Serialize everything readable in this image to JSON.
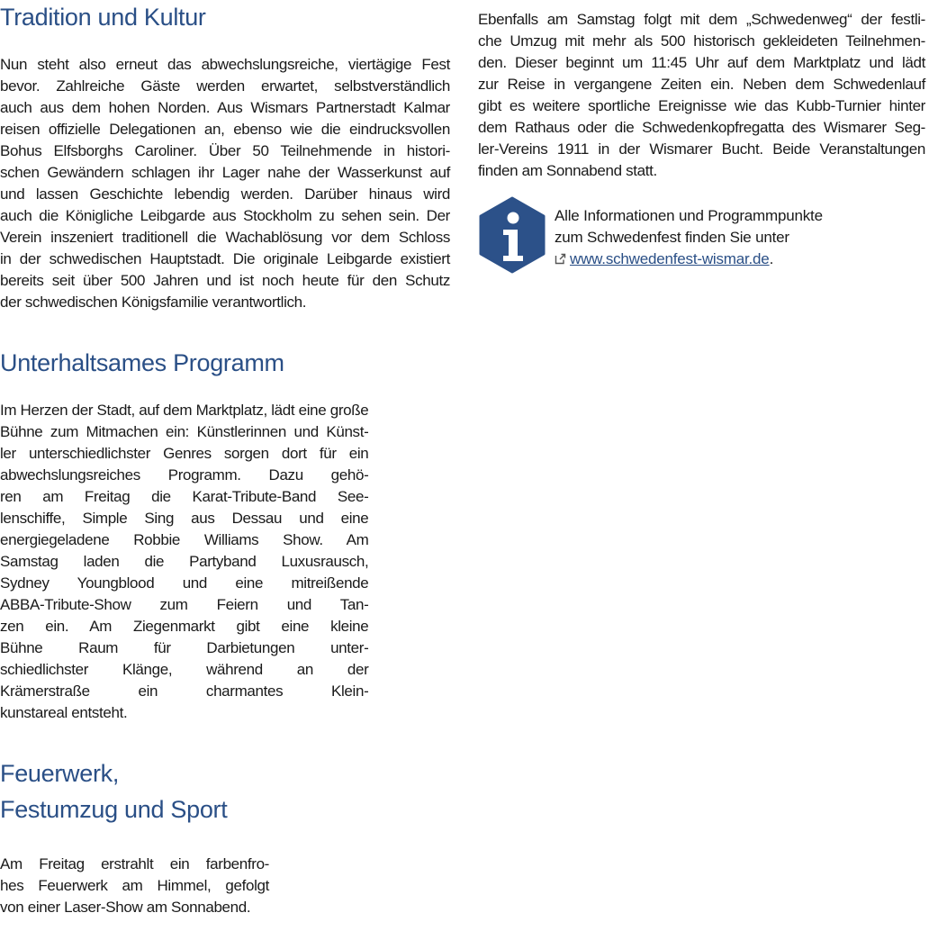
{
  "sections": {
    "tradition": {
      "title": "Tradition und Kultur",
      "lines": [
        "Nun steht also erneut das abwechslungsreiche, viertägige Fest",
        "bevor. Zahlreiche Gäste werden erwartet, selbstverständlich",
        "auch aus dem hohen Norden. Aus Wismars Partnerstadt Kalmar",
        "reisen offizielle Delegationen an, ebenso wie die eindrucksvollen",
        "Bohus Elfsborghs Caroliner. Über 50 Teilnehmende in histori-",
        "schen Gewändern schlagen ihr Lager nahe der Wasserkunst auf",
        "und lassen Geschichte lebendig werden. Darüber hinaus wird",
        "auch die Königliche Leibgarde aus Stockholm zu sehen sein. Der",
        "Verein inszeniert traditionell die Wachablösung vor dem Schloss",
        "in der schwedischen Hauptstadt. Die originale Leibgarde existiert",
        "bereits seit über 500 Jahren und ist noch heute für den Schutz",
        "der schwedischen Königsfamilie verantwortlich."
      ]
    },
    "programm": {
      "title": "Unterhaltsames Programm",
      "lines": [
        "Im Herzen der Stadt, auf dem Marktplatz, lädt eine große",
        "Bühne zum Mitmachen ein: Künstlerinnen und Künst-",
        "ler unterschiedlichster Genres sorgen dort für ein",
        "abwechslungsreiches Programm. Dazu gehö-",
        "ren am Freitag die Karat-Tribute-Band See-",
        "lenschiffe, Simple Sing aus Dessau und eine",
        "energiegeladene Robbie Williams Show. Am",
        "Samstag laden die Partyband Luxusrausch,",
        "Sydney Youngblood und eine mitreißende",
        "ABBA-Tribute-Show zum Feiern und Tan-",
        "zen ein. Am Ziegenmarkt gibt eine kleine",
        "Bühne Raum für Darbietungen unter-",
        "schiedlichster Klänge, während an der",
        "Krämerstraße ein charmantes Klein-",
        "kunstareal entsteht."
      ]
    },
    "feuerwerk": {
      "title_line1": "Feuerwerk,",
      "title_line2": "Festumzug und Sport",
      "lines": [
        "Am Freitag erstrahlt ein farbenfro-",
        "hes Feuerwerk am Himmel, gefolgt",
        "von einer Laser-Show am Sonnabend."
      ]
    },
    "schwedenweg": {
      "lines": [
        "Ebenfalls am Samstag folgt mit dem „Schwedenweg“ der festli-",
        "che Umzug mit mehr als 500 historisch gekleideten Teilnehmen-",
        "den. Dieser beginnt um 11:45 Uhr auf dem Marktplatz und lädt",
        "zur Reise in vergangene Zeiten ein. Neben dem Schwedenlauf",
        "gibt es weitere sportliche Ereignisse wie das Kubb-Turnier hinter",
        "dem Rathaus oder die Schwedenkopfregatta des Wismarer Seg-",
        "ler-Vereins 1911 in der Wismarer Bucht. Beide Veranstaltungen",
        "finden am Sonnabend statt."
      ]
    }
  },
  "info_box": {
    "icon": "info-icon",
    "line1": "Alle Informationen und Programmpunkte",
    "line2": "zum Schwedenfest finden Sie unter",
    "link_icon": "external-link-icon",
    "link_text": "www.schwedenfest-wismar.de",
    "link_suffix": "."
  },
  "colors": {
    "heading": "#2a4f86",
    "icon_fill": "#2c5189",
    "text": "#1a1a1a",
    "link": "#2a4f86"
  }
}
